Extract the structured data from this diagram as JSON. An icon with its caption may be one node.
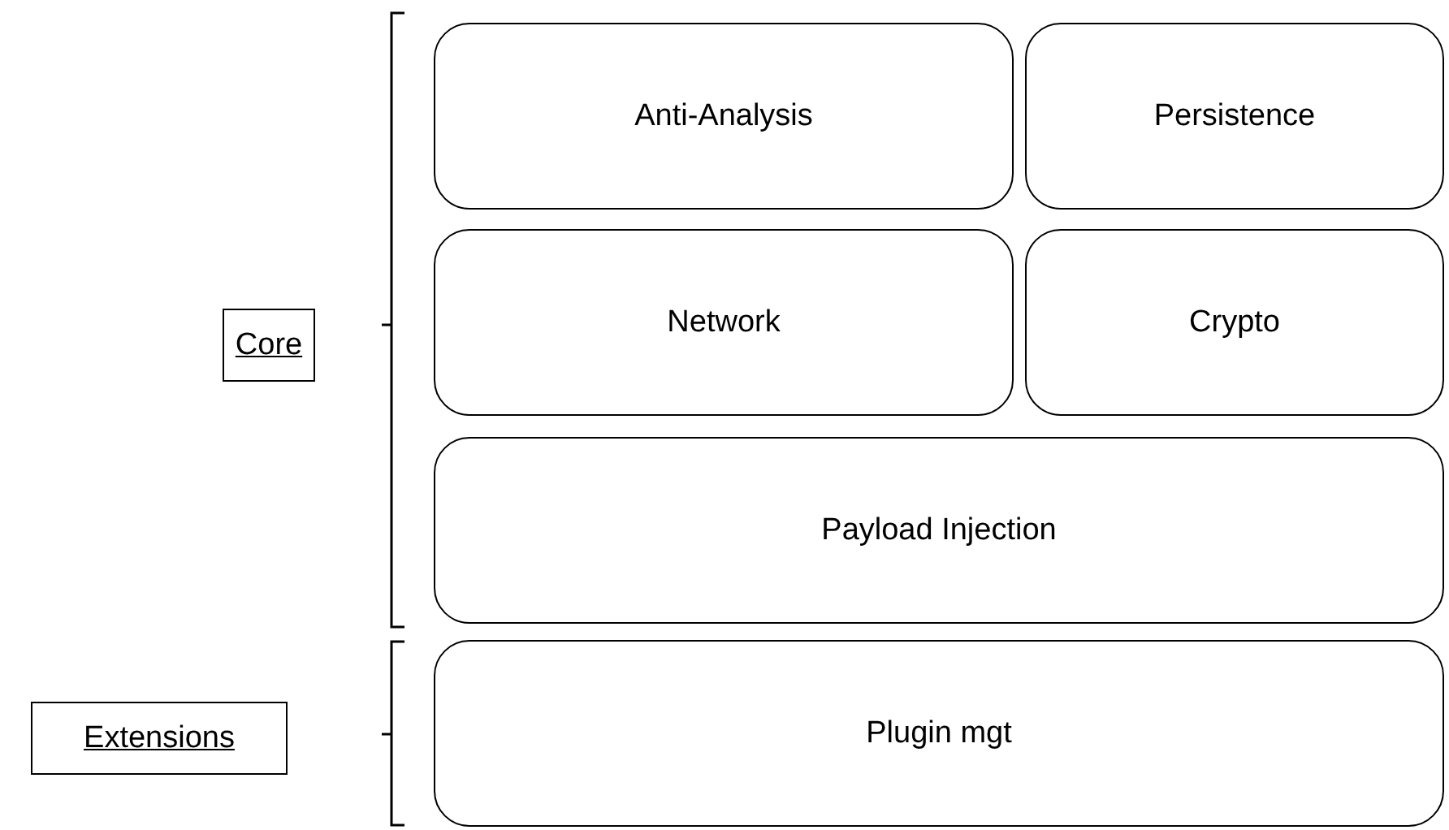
{
  "diagram": {
    "nodes": [
      {
        "text": [
          "Core"
        ]
      },
      {
        "text": [
          "Extensions"
        ]
      },
      {
        "text": [
          "Anti-Analysis"
        ]
      },
      {
        "text": [
          "Persistence"
        ]
      },
      {
        "text": [
          "Network"
        ]
      },
      {
        "text": [
          "Crypto"
        ]
      },
      {
        "text": [
          "Payload Injection"
        ]
      },
      {
        "text": [
          "Plugin mgt"
        ]
      }
    ]
  }
}
